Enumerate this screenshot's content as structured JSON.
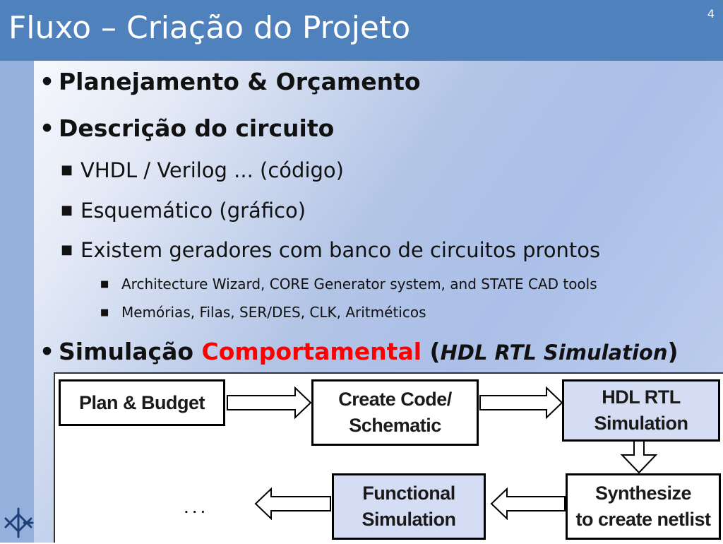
{
  "slide": {
    "title": "Fluxo – Criação do Projeto",
    "number": "4"
  },
  "bullets": {
    "b1": "Planejamento & Orçamento",
    "b2": "Descrição do circuito",
    "b2_sub1": "VHDL / Verilog ... (código)",
    "b2_sub2": "Esquemático (gráfico)",
    "b2_sub3": "Existem geradores com banco de circuitos prontos",
    "b2_sub3_sub1": "Architecture Wizard, CORE Generator system, and STATE CAD tools",
    "b2_sub3_sub2": "Memórias, Filas, SER/DES, CLK, Aritméticos",
    "b3_part1": "Simulação ",
    "b3_part2_red": "Comportamental",
    "b3_part3": " (",
    "b3_part4_italic": "HDL RTL Simulation",
    "b3_part5": ")"
  },
  "diagram": {
    "plan_budget": "Plan & Budget",
    "create_code_l1": "Create Code/",
    "create_code_l2": "Schematic",
    "hdl_rtl_l1": "HDL RTL",
    "hdl_rtl_l2": "Simulation",
    "synthesize_l1": "Synthesize",
    "synthesize_l2": "to create netlist",
    "functional_l1": "Functional",
    "functional_l2": "Simulation",
    "ellipsis": "...",
    "highlight_color": "#d5ddf5"
  },
  "colors": {
    "header": "#4f81bd",
    "accent_red": "#ff0000",
    "left_strip": "#95b0dc"
  },
  "icons": {
    "logo": "crossed-arrows-logo-icon"
  }
}
